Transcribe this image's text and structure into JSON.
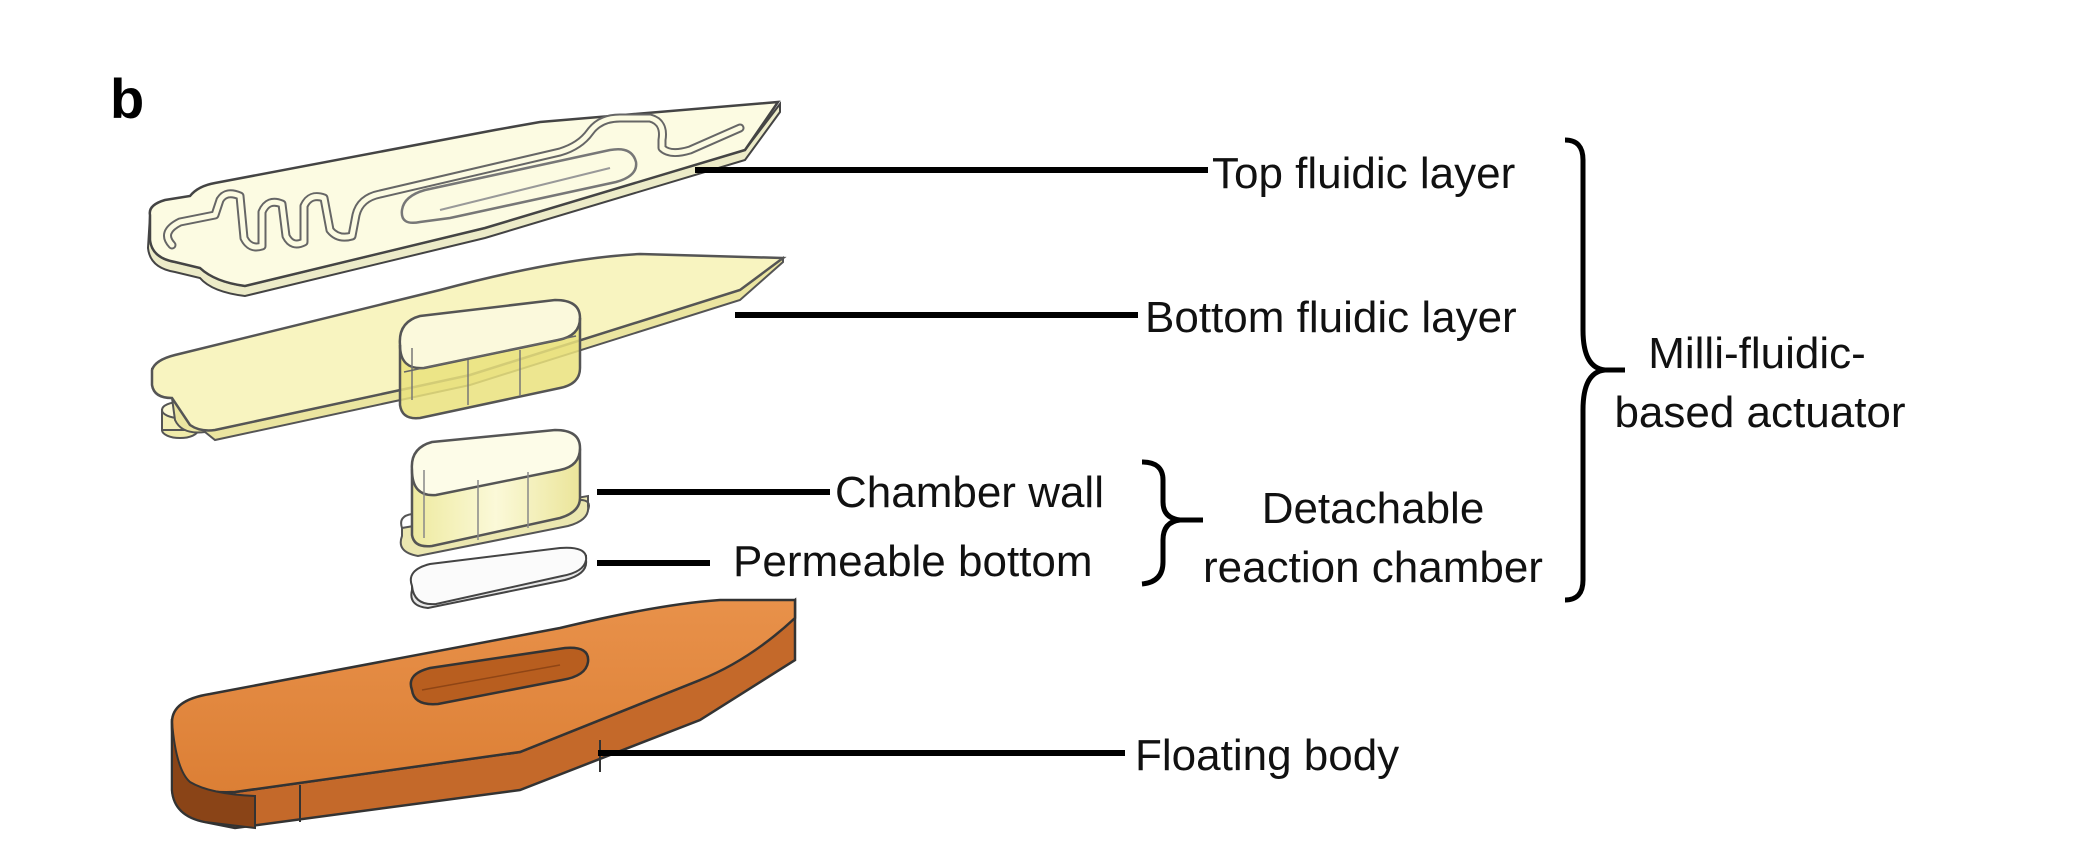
{
  "panel_label": "b",
  "labels": {
    "top_fluidic_layer": "Top fluidic layer",
    "bottom_fluidic_layer": "Bottom fluidic layer",
    "chamber_wall": "Chamber wall",
    "permeable_bottom": "Permeable bottom",
    "floating_body": "Floating body"
  },
  "groups": {
    "reaction_chamber": [
      "Detachable",
      "reaction chamber"
    ],
    "actuator": [
      "Milli-fluidic-",
      "based actuator"
    ]
  },
  "colors": {
    "fluidic_layer_fill": "#fcfbe2",
    "bottom_layer_fill": "#f8f4c0",
    "chamber_fill": "#f2efb0",
    "floating_body_top": "#e3893f",
    "floating_body_side": "#b9621f",
    "outline": "#333333"
  }
}
